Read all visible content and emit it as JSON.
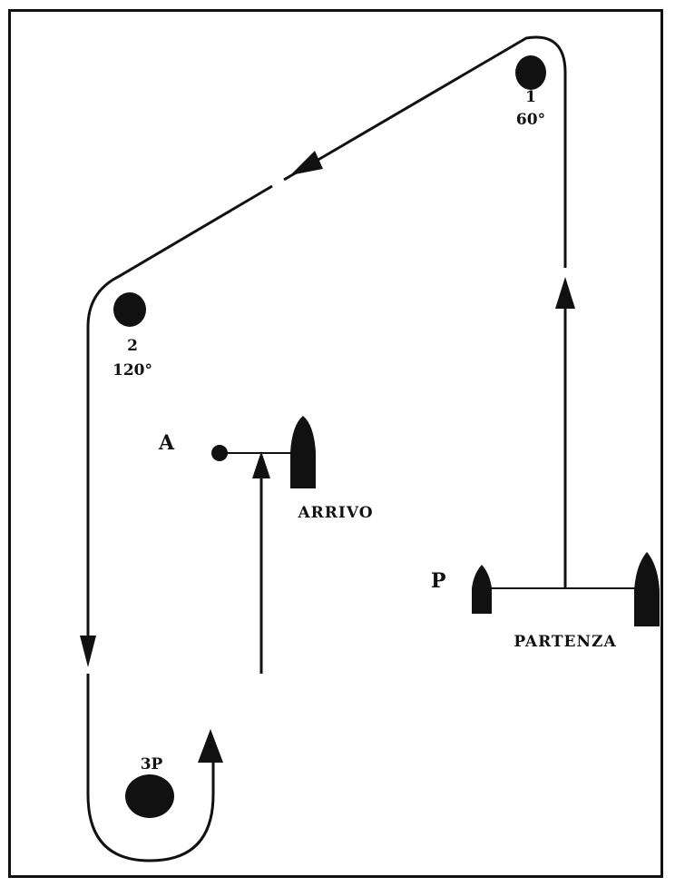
{
  "diagram": {
    "marks": [
      {
        "id": "mark-1",
        "number": "1",
        "angle": "60°"
      },
      {
        "id": "mark-2",
        "number": "2",
        "angle": "120°"
      },
      {
        "id": "mark-3p",
        "number": "3P"
      }
    ],
    "finish": {
      "letter": "A",
      "label": "ARRIVO"
    },
    "start": {
      "letter": "P",
      "label": "PARTENZA"
    }
  }
}
